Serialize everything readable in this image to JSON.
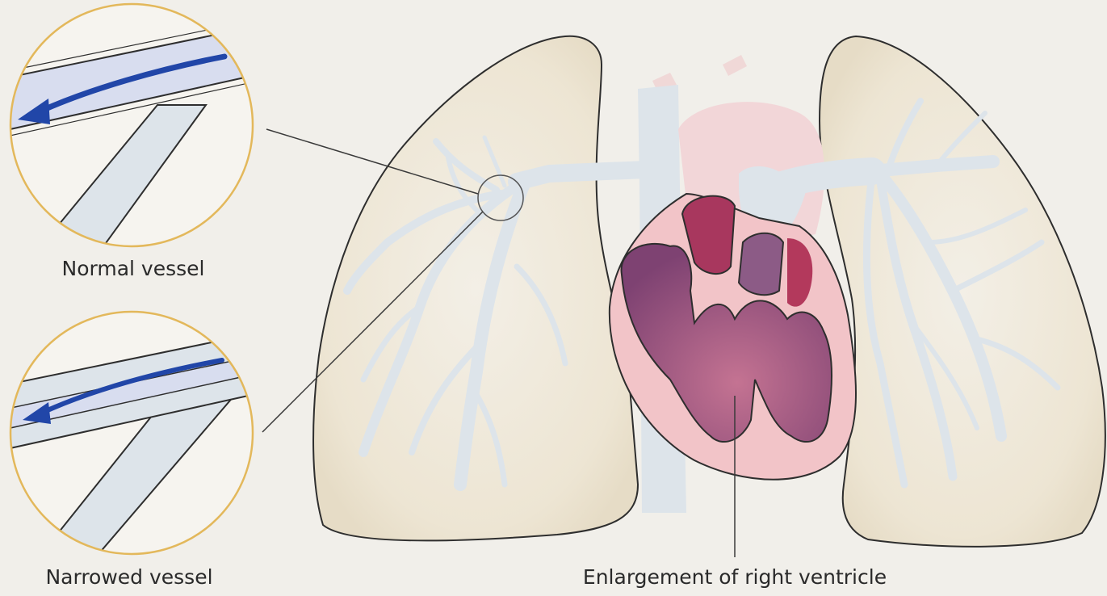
{
  "labels": {
    "normal_vessel": "Normal vessel",
    "narrowed_vessel": "Narrowed vessel",
    "enlargement": "Enlargement of right ventricle"
  },
  "colors": {
    "background": "#f1efea",
    "lung_fill": "#ece5d6",
    "lung_outline": "#2e2e2e",
    "vessel_fill": "#dde4ea",
    "heart_outer": "#f2c4c8",
    "ventricle": "#9c4d74",
    "atrium": "#a8375e",
    "lens_border": "#e3b85b",
    "lens_fill": "#f6f4ef",
    "vessel_lumen": "#d8ddef",
    "flow_arrow": "#2146a8"
  }
}
